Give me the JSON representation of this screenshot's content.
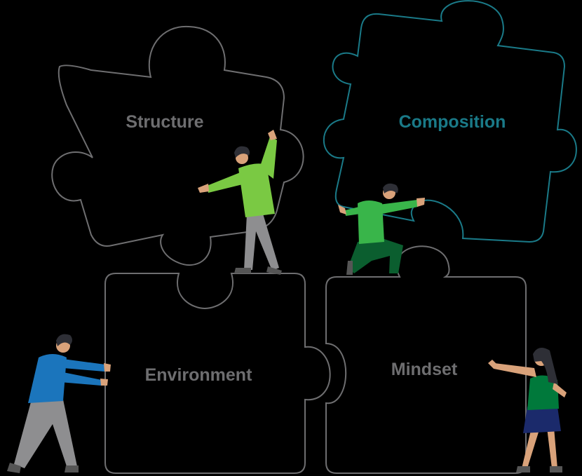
{
  "pieces": {
    "structure": {
      "label": "Structure",
      "color": "#6e6e70"
    },
    "composition": {
      "label": "Composition",
      "color": "#1a7a88"
    },
    "environment": {
      "label": "Environment",
      "color": "#6e6e70"
    },
    "mindset": {
      "label": "Mindset",
      "color": "#6e6e70"
    }
  },
  "colors": {
    "background": "#000000",
    "piece_outline": "#6e6e70",
    "composition_outline": "#1a7a88",
    "skin": "#d9a27a",
    "hair": "#2e2f36",
    "shirt_lime": "#7ac943",
    "shirt_green": "#39b54a",
    "shirt_blue": "#1b75bc",
    "top_darkgreen": "#00793b",
    "pants_gray": "#8e8e90",
    "pants_darkgreen": "#0b5e2f",
    "skirt_navy": "#1b2a6b"
  },
  "icons": {
    "man_left": "person-pushing-icon",
    "man_top_left": "person-standing-lifting-icon",
    "man_top_right": "person-kneeling-lifting-icon",
    "woman_right": "person-pushing-icon"
  }
}
